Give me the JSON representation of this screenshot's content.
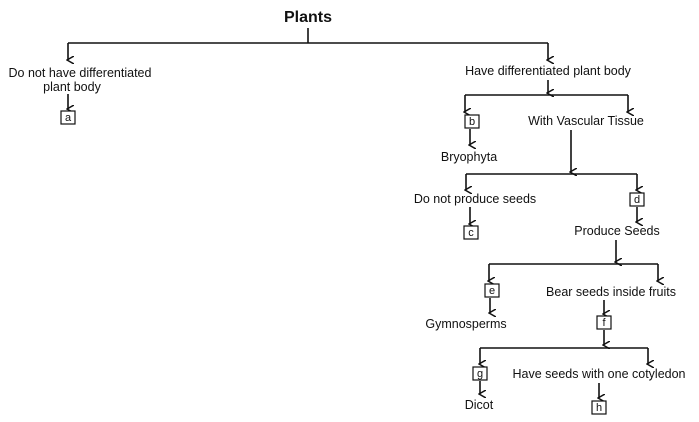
{
  "title": "Plants",
  "nodes": {
    "no_diff": [
      "Do not have differentiated",
      "plant body"
    ],
    "diff": "Have differentiated plant body",
    "vascular": "With Vascular Tissue",
    "bryophyta": "Bryophyta",
    "no_seeds": "Do not produce seeds",
    "produce_seeds": "Produce Seeds",
    "inside_fruits": "Bear seeds inside fruits",
    "gymnosperms": "Gymnosperms",
    "one_cotyledon": "Have seeds with one cotyledon",
    "dicot": "Dicot"
  },
  "boxes": {
    "a": "a",
    "b": "b",
    "c": "c",
    "d": "d",
    "e": "e",
    "f": "f",
    "g": "g",
    "h": "h"
  }
}
